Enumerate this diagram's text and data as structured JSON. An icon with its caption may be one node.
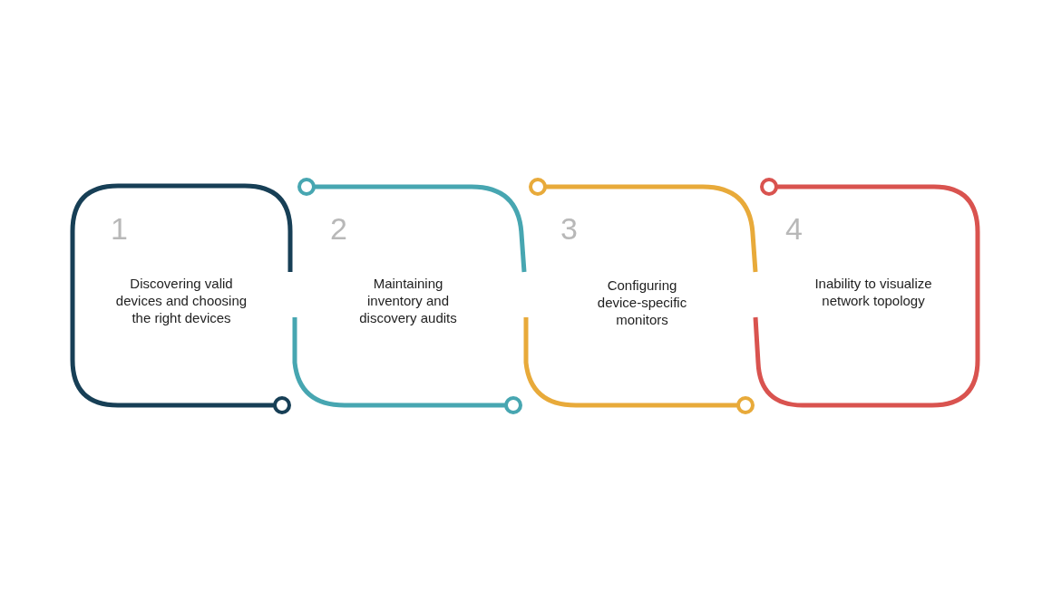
{
  "diagram": {
    "nodes": [
      {
        "text": [
          "1",
          "Discovering valid devices and choosing the right devices"
        ]
      },
      {
        "text": [
          "2",
          "Maintaining inventory and discovery audits"
        ]
      },
      {
        "text": [
          "3",
          "Configuring device-specific monitors"
        ]
      },
      {
        "text": [
          "4",
          "Inability to visualize network topology"
        ]
      }
    ],
    "edges": []
  }
}
